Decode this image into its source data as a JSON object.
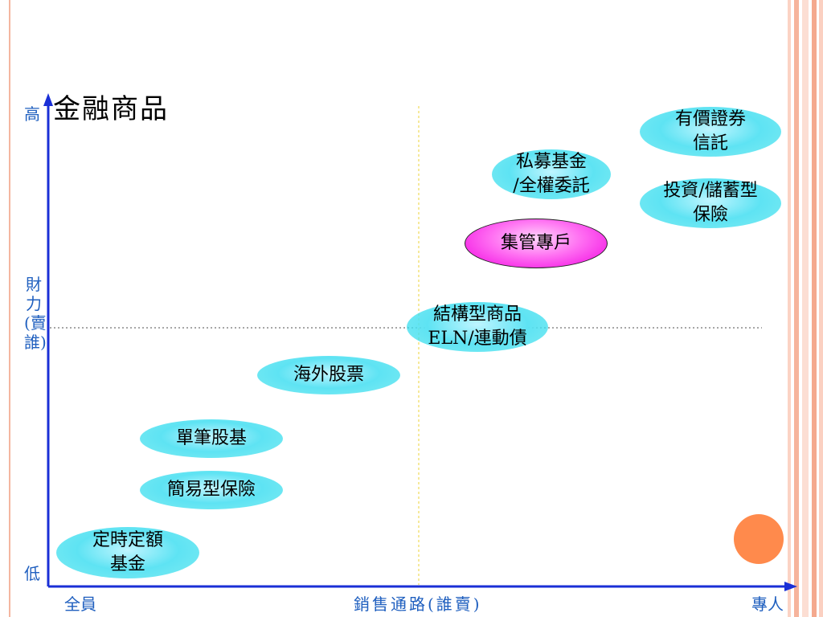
{
  "title": "金融商品",
  "axes": {
    "y_high": "高",
    "y_low": "低",
    "y_title": "財力(賣誰)",
    "x_left": "全員",
    "x_center": "銷售通路(誰賣)",
    "x_right": "專人"
  },
  "products": {
    "youjia": "有價證券\n信託",
    "simu": "私募基金\n/全權委託",
    "touzi": "投資/儲蓄型\n保險",
    "jiguan": "集管專戶",
    "jiegou": "結構型商品\nELN/連動債",
    "haiwai": "海外股票",
    "danbi": "單筆股基",
    "jianyi": "簡易型保險",
    "dingshi": "定時定額\n基金"
  },
  "colors": {
    "axis": "#1a2fd6",
    "axis_label": "#1f5fbf",
    "divider_vertical": "#f3e27a",
    "divider_horizontal": "#a7a7a7",
    "pill_cyan": "#5ee3f3",
    "pill_magenta": "#ff6ff2",
    "accent_dot": "#ff8a4c"
  }
}
